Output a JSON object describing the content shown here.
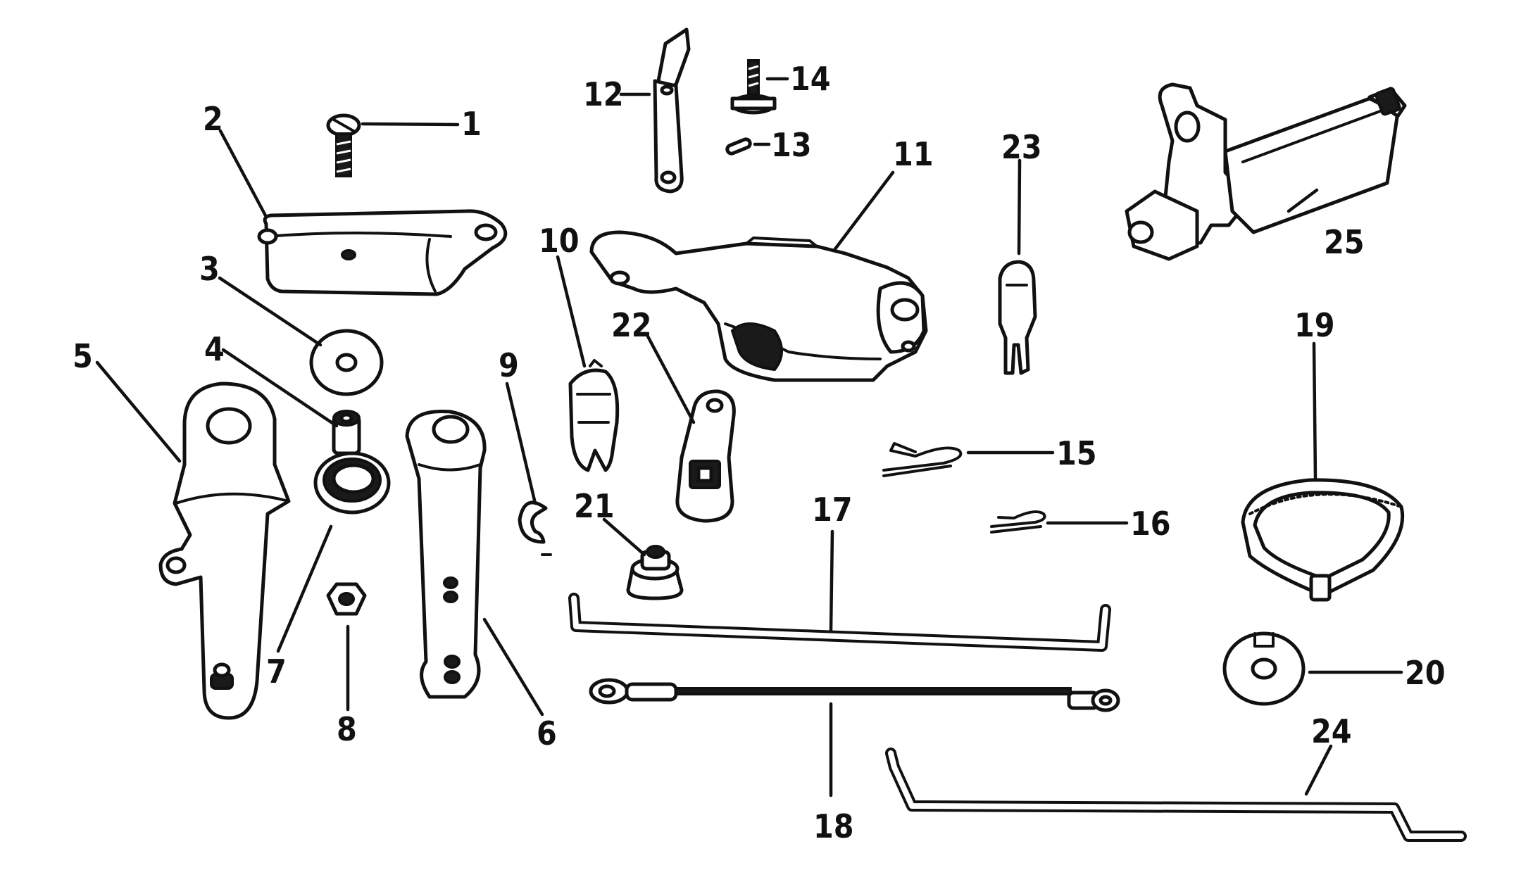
{
  "diagram": {
    "callouts": [
      {
        "id": "1",
        "label": "1"
      },
      {
        "id": "2",
        "label": "2"
      },
      {
        "id": "3",
        "label": "3"
      },
      {
        "id": "4",
        "label": "4"
      },
      {
        "id": "5",
        "label": "5"
      },
      {
        "id": "6",
        "label": "6"
      },
      {
        "id": "7",
        "label": "7"
      },
      {
        "id": "8",
        "label": "8"
      },
      {
        "id": "9",
        "label": "9"
      },
      {
        "id": "10",
        "label": "10"
      },
      {
        "id": "11",
        "label": "11"
      },
      {
        "id": "12",
        "label": "12"
      },
      {
        "id": "13",
        "label": "13"
      },
      {
        "id": "14",
        "label": "14"
      },
      {
        "id": "15",
        "label": "15"
      },
      {
        "id": "16",
        "label": "16"
      },
      {
        "id": "17",
        "label": "17"
      },
      {
        "id": "18",
        "label": "18"
      },
      {
        "id": "19",
        "label": "19"
      },
      {
        "id": "20",
        "label": "20"
      },
      {
        "id": "21",
        "label": "21"
      },
      {
        "id": "22",
        "label": "22"
      },
      {
        "id": "23",
        "label": "23"
      },
      {
        "id": "24",
        "label": "24"
      },
      {
        "id": "25",
        "label": "25"
      }
    ]
  }
}
